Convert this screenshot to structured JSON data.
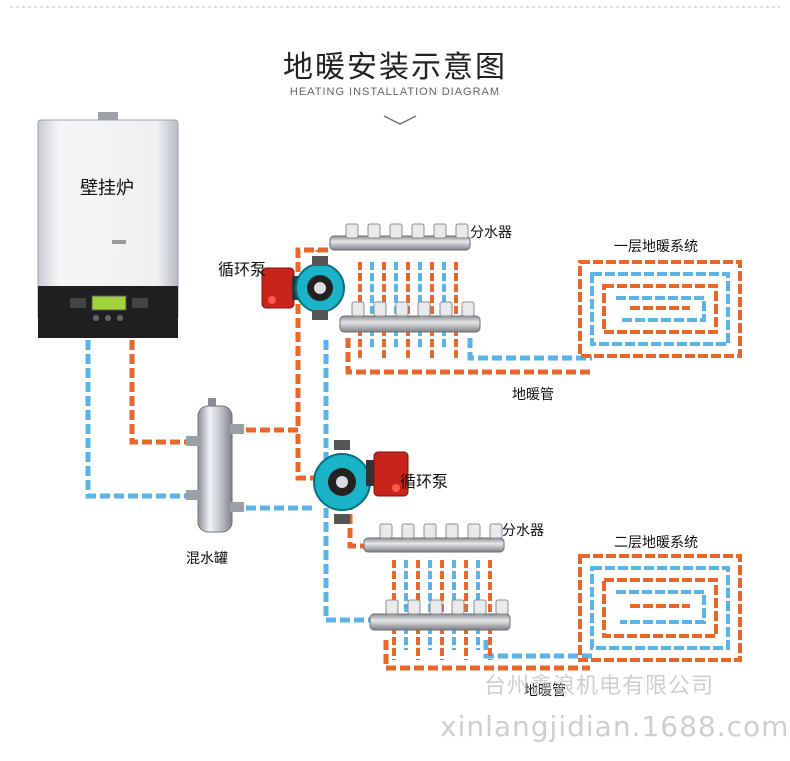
{
  "header": {
    "title": "地暖安装示意图",
    "subtitle": "HEATING INSTALLATION DIAGRAM"
  },
  "labels": {
    "boiler": "壁挂炉",
    "pump_top": "循环泵",
    "pump_bottom": "循环泵",
    "manifold_top": "分水器",
    "manifold_bottom": "分水器",
    "system_top": "一层地暖系统",
    "system_bottom": "二层地暖系统",
    "pipe_top": "地暖管",
    "pipe_bottom": "地暖管",
    "mixing_tank": "混水罐"
  },
  "watermark": {
    "company": "台州鑫浪机电有限公司",
    "site": "xinlangjidian.1688.com"
  },
  "colors": {
    "hot_pipe": "#e8672a",
    "cold_pipe": "#5ab4e6",
    "pump_body": "#1ab3c8",
    "pump_head": "#d42a1e"
  },
  "icons": [
    "chevron-down-icon",
    "boiler-icon",
    "pump-icon",
    "manifold-icon",
    "tank-icon"
  ]
}
